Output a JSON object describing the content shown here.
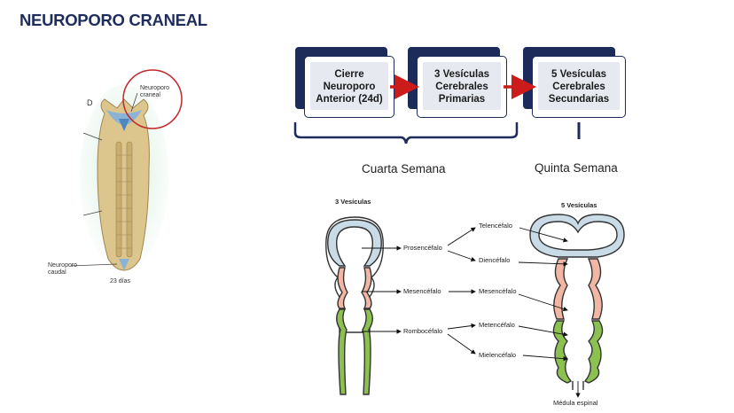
{
  "title": "NEUROPORO CRANEAL",
  "flow": {
    "box1": "Cierre\nNeuroporo\nAnterior (24d)",
    "box2": "3 Vesículas\nCerebrales\nPrimarias",
    "box3": "5 Vesículas\nCerebrales\nSecundarias",
    "week1": "Cuarta Semana",
    "week2": "Quinta Semana"
  },
  "embryo": {
    "letter": "D",
    "label_top": "Neuroporo\ncraneal",
    "label_bottom": "Neuroporo\ncaudal",
    "day_label": "23 días"
  },
  "vesicles": {
    "left_title": "3 Vesículas",
    "right_title": "5 Vesículas",
    "primary": [
      "Prosencéfalo",
      "Mesencéfalo",
      "Rombocéfalo"
    ],
    "secondary": [
      "Telencéfalo",
      "Diencéfalo",
      "Mesencéfalo",
      "Metencéfalo",
      "Mielencéfalo"
    ],
    "spinal": "Médula espinal"
  },
  "colors": {
    "navy": "#1c2b5a",
    "arrow_red": "#cc1b1b",
    "prosencephalon_blue": "#c9dbe6",
    "mesencephalon_pink": "#f2b7a4",
    "rhombencephalon_green": "#8cc152"
  }
}
